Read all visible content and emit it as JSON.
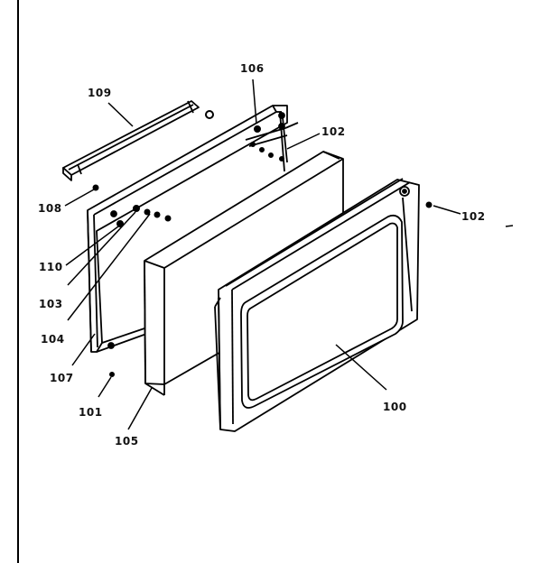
{
  "diagram": {
    "labels": {
      "p100": "100",
      "p101": "101",
      "p102a": "102",
      "p102b": "102",
      "p103": "103",
      "p104": "104",
      "p105": "105",
      "p106": "106",
      "p107": "107",
      "p108": "108",
      "p109": "109",
      "p110": "110"
    }
  }
}
